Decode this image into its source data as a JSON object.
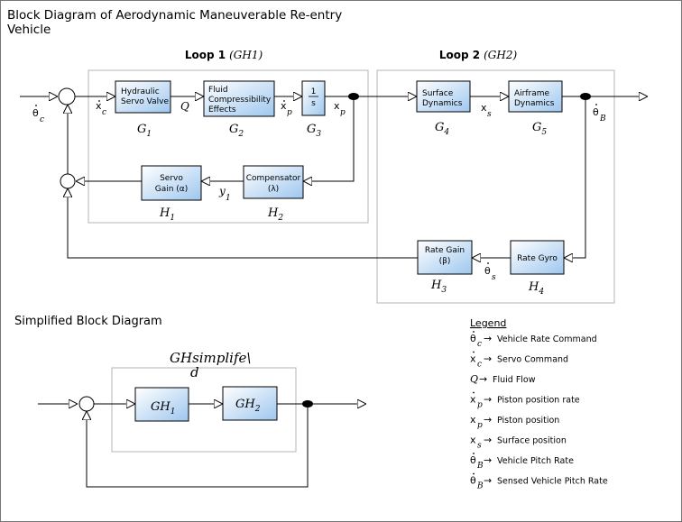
{
  "title": "Block Diagram of Aerodynamic Maneuverable Re-entry Vehicle",
  "loops": {
    "loop1": {
      "label": "Loop 1",
      "sub": "(GH1)"
    },
    "loop2": {
      "label": "Loop 2",
      "sub": "(GH2)"
    }
  },
  "blocks": {
    "g1": {
      "line1": "Hydraulic",
      "line2": "Servo Valve",
      "name": "G",
      "sub": "1"
    },
    "g2": {
      "line1": "Fluid",
      "line2": "Compressibility",
      "line3": "Effects",
      "name": "G",
      "sub": "2"
    },
    "g3": {
      "num": "1",
      "den": "s",
      "name": "G",
      "sub": "3"
    },
    "g4": {
      "line1": "Surface",
      "line2": "Dynamics",
      "name": "G",
      "sub": "4"
    },
    "g5": {
      "line1": "Airframe",
      "line2": "Dynamics",
      "name": "G",
      "sub": "5"
    },
    "h1": {
      "line1": "Servo",
      "line2": "Gain (α)",
      "name": "H",
      "sub": "1"
    },
    "h2": {
      "line1": "Compensator",
      "line2": "(λ)",
      "name": "H",
      "sub": "2"
    },
    "h3": {
      "line1": "Rate Gain",
      "line2": "(β)",
      "name": "H",
      "sub": "3"
    },
    "h4": {
      "line1": "Rate Gyro",
      "name": "H",
      "sub": "4"
    }
  },
  "signals": {
    "theta_c": {
      "base": "θ",
      "sub": "c"
    },
    "xc": {
      "base": "x",
      "sub": "c"
    },
    "q": {
      "base": "Q"
    },
    "xp_dot": {
      "base": "x",
      "sub": "p"
    },
    "xp": {
      "base": "x",
      "sub": "p"
    },
    "xs": {
      "base": "x",
      "sub": "s"
    },
    "theta_b": {
      "base": "θ",
      "sub": "B"
    },
    "y1": {
      "base": "y",
      "sub": "1"
    },
    "theta_s": {
      "base": "θ",
      "sub": "s"
    }
  },
  "simplified": {
    "title": "Simplified Block Diagram",
    "group_line1": "GHsimplife\\",
    "group_line2": "d",
    "gh1": {
      "name": "GH",
      "sub": "1"
    },
    "gh2": {
      "name": "GH",
      "sub": "2"
    }
  },
  "legend": {
    "title": "Legend",
    "arrow": "→",
    "items": [
      {
        "sym": "θ",
        "sub": "c",
        "dot": true,
        "text": "Vehicle Rate Command"
      },
      {
        "sym": "x",
        "sub": "c",
        "dot": true,
        "text": "Servo Command"
      },
      {
        "sym": "Q",
        "sub": "",
        "dot": false,
        "text": "Fluid Flow"
      },
      {
        "sym": "x",
        "sub": "p",
        "dot": true,
        "text": "Piston position rate"
      },
      {
        "sym": "x",
        "sub": "p",
        "dot": false,
        "text": "Piston position"
      },
      {
        "sym": "x",
        "sub": "s",
        "dot": false,
        "text": "Surface position"
      },
      {
        "sym": "θ",
        "sub": "B",
        "dot": true,
        "text": "Vehicle Pitch Rate"
      },
      {
        "sym": "θ",
        "sub": "B",
        "dot": true,
        "text": "Sensed Vehicle Pitch Rate"
      }
    ]
  },
  "colors": {
    "block_light": "#ffffff",
    "block_dark": "#9ec7ef",
    "group_border": "#b5b5b5"
  }
}
